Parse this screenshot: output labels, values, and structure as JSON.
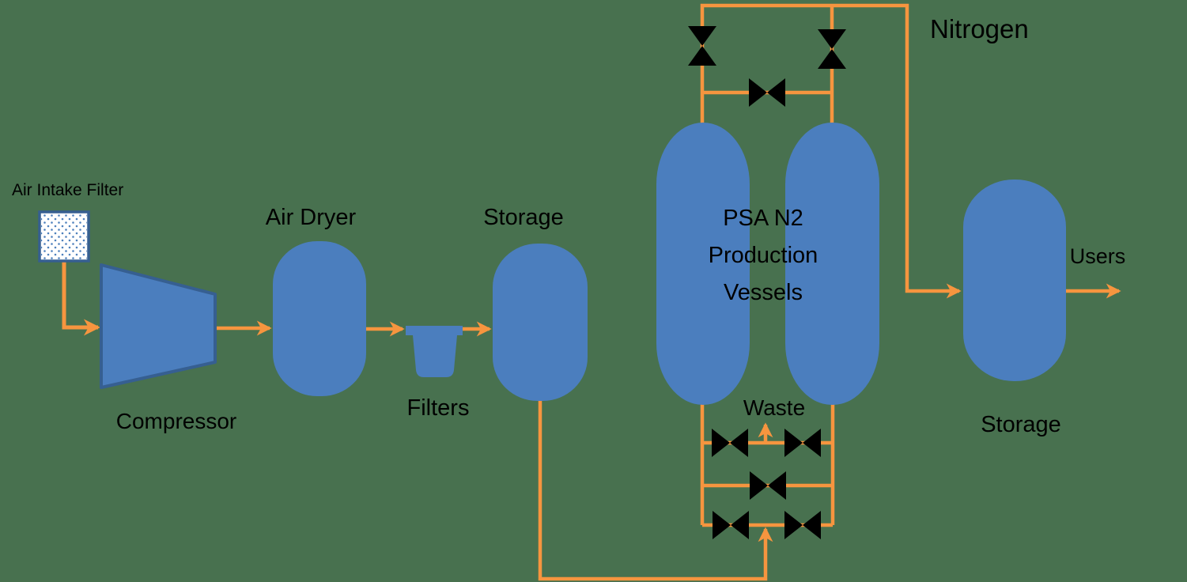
{
  "colors": {
    "background": "#48714F",
    "vessel_blue": "#4B7EBE",
    "shape_border_blue": "#365F91",
    "pipe_orange": "#F6953F",
    "text_black": "#000000",
    "filter_dot_blue": "#4F81BD",
    "filter_fill_white": "#FFFFFF"
  },
  "diagram": {
    "type": "process-flow",
    "labels": {
      "air_intake_filter": "Air Intake Filter",
      "compressor": "Compressor",
      "air_dryer": "Air Dryer",
      "filters": "Filters",
      "air_storage": "Storage",
      "psa_vessels_line1": "PSA N2",
      "psa_vessels_line2": "Production",
      "psa_vessels_line3": "Vessels",
      "waste": "Waste",
      "nitrogen": "Nitrogen",
      "users": "Users",
      "nitrogen_storage": "Storage"
    },
    "flow_sequence": [
      "Air Intake Filter",
      "Compressor",
      "Air Dryer",
      "Filters",
      "Storage",
      "PSA N2 Production Vessels",
      "Nitrogen Storage",
      "Users"
    ],
    "branch_outputs": [
      "Waste",
      "Nitrogen"
    ]
  }
}
